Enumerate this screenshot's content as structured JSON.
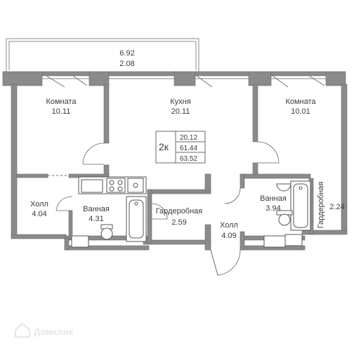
{
  "balcony": {
    "area_top": "6.92",
    "area_bottom": "2.08"
  },
  "rooms": {
    "room_left": {
      "name": "Комната",
      "area": "10.11"
    },
    "kitchen": {
      "name": "Кухня",
      "area": "20.11"
    },
    "room_right": {
      "name": "Комната",
      "area": "10.01"
    },
    "hall_left": {
      "name": "Холл",
      "area": "4.04"
    },
    "bath_left": {
      "name": "Ванная",
      "area": "4.31"
    },
    "wardrobe_center": {
      "name": "Гардеробная",
      "area": "2.59"
    },
    "hall_center": {
      "name": "Холл",
      "area": "4.09"
    },
    "bath_right": {
      "name": "Ванная",
      "area": "3.94"
    },
    "wardrobe_right": {
      "name": "Гардеробная",
      "area": "2.24"
    }
  },
  "summary": {
    "rooms": "2к",
    "living": "20.12",
    "total": "61.44",
    "with_balcony": "63.52"
  },
  "watermark": "Домклик",
  "colors": {
    "walls": "#8b8b8b",
    "text": "#3a3a3a",
    "watermark": "#e6e6e6"
  }
}
